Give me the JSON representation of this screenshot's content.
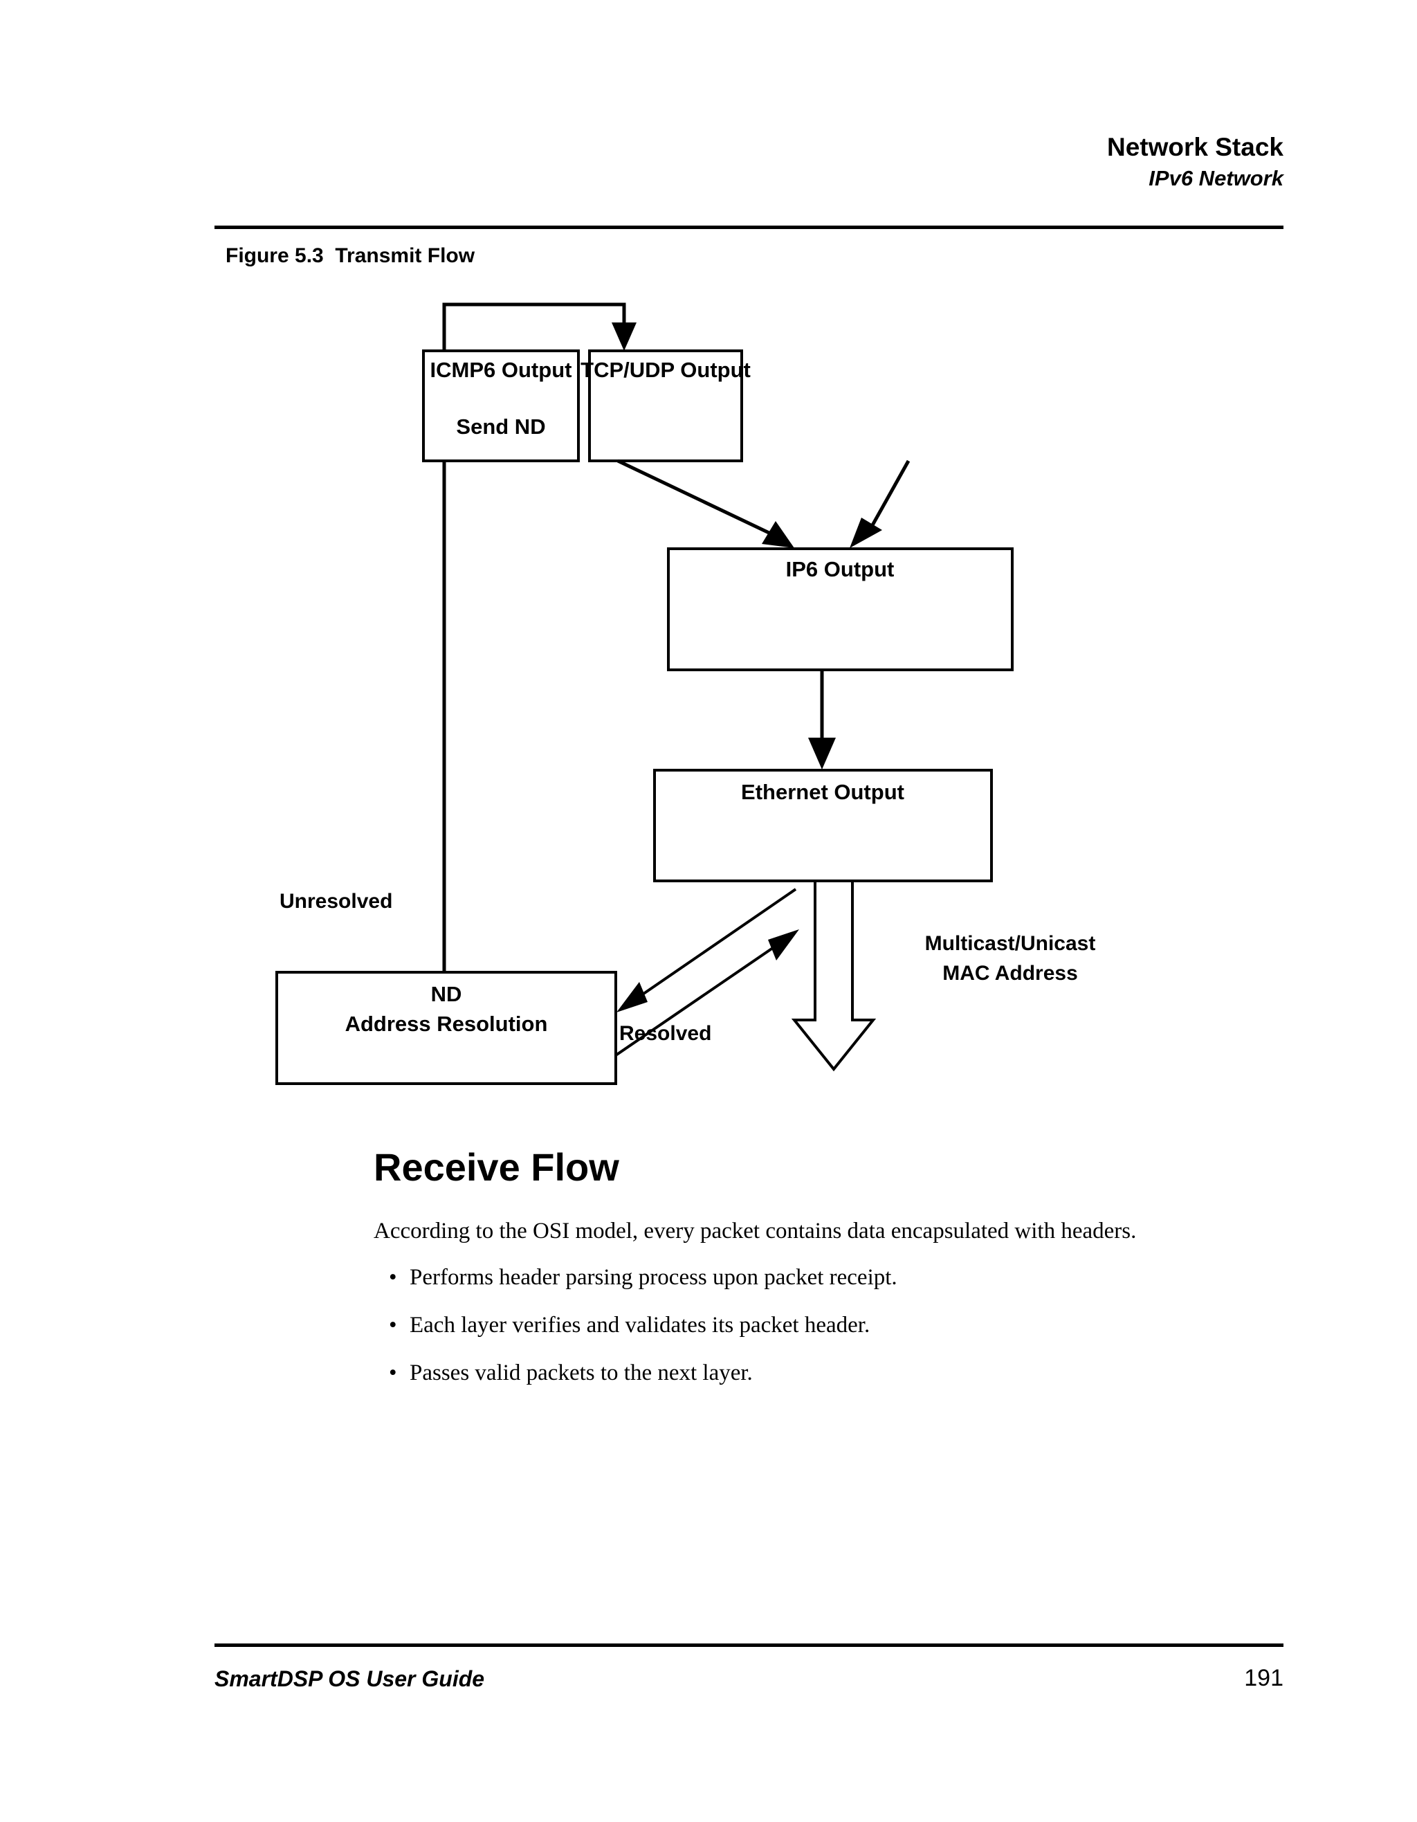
{
  "header": {
    "title": "Network Stack",
    "subtitle": "IPv6 Network"
  },
  "figure": {
    "caption": "Figure 5.3  Transmit Flow",
    "boxes": {
      "icmp6": {
        "line1": "ICMP6 Output",
        "line2": "Send ND"
      },
      "tcpudp": {
        "line1": "TCP/UDP Output"
      },
      "ip6": {
        "line1": "IP6 Output"
      },
      "ethernet": {
        "line1": "Ethernet Output"
      },
      "nd": {
        "line1": "ND",
        "line2": "Address Resolution"
      }
    },
    "edge_labels": {
      "unresolved": "Unresolved",
      "resolved": "Resolved",
      "mac_line1": "Multicast/Unicast",
      "mac_line2": "MAC Address"
    }
  },
  "section": {
    "heading": "Receive Flow",
    "paragraph": "According to the OSI model, every packet contains data encapsulated with headers.",
    "bullets": [
      "Performs header parsing process upon packet receipt.",
      "Each layer verifies and validates its packet header.",
      "Passes valid packets to the next layer."
    ],
    "bullet_marker": "•"
  },
  "footer": {
    "document_title": "SmartDSP OS User Guide",
    "page_number": "191"
  },
  "colors": {
    "ink": "#000000",
    "paper": "#ffffff"
  }
}
